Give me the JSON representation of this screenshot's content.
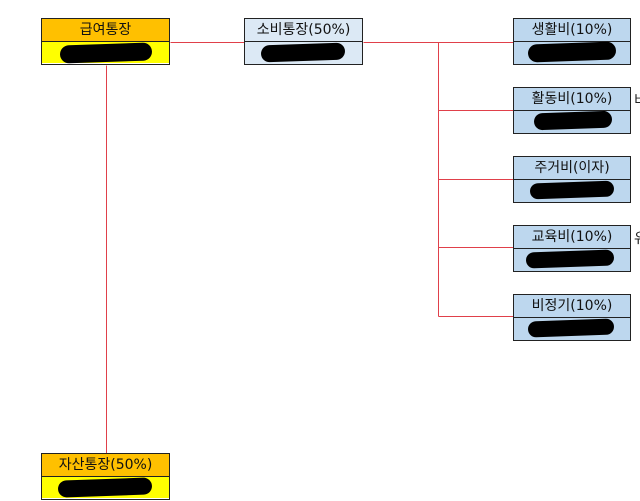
{
  "colors": {
    "line": "#e0404a",
    "salary_head": "#ffc000",
    "salary_body": "#ffff00",
    "spend_fill": "#dce9f5",
    "sub_fill": "#bdd7ee",
    "asset_head": "#ffc000",
    "asset_body": "#ffff00"
  },
  "nodes": {
    "salary": {
      "title": "급여통장"
    },
    "spending": {
      "title": "소비통장(50%)"
    },
    "asset": {
      "title": "자산통장(50%)"
    },
    "living": {
      "title": "생활비(10%)"
    },
    "activity": {
      "title": "활동비(10%)",
      "side": "비"
    },
    "housing": {
      "title": "주거비(이자)"
    },
    "education": {
      "title": "교육비(10%)",
      "side": "유"
    },
    "irregular": {
      "title": "비정기(10%)"
    }
  }
}
